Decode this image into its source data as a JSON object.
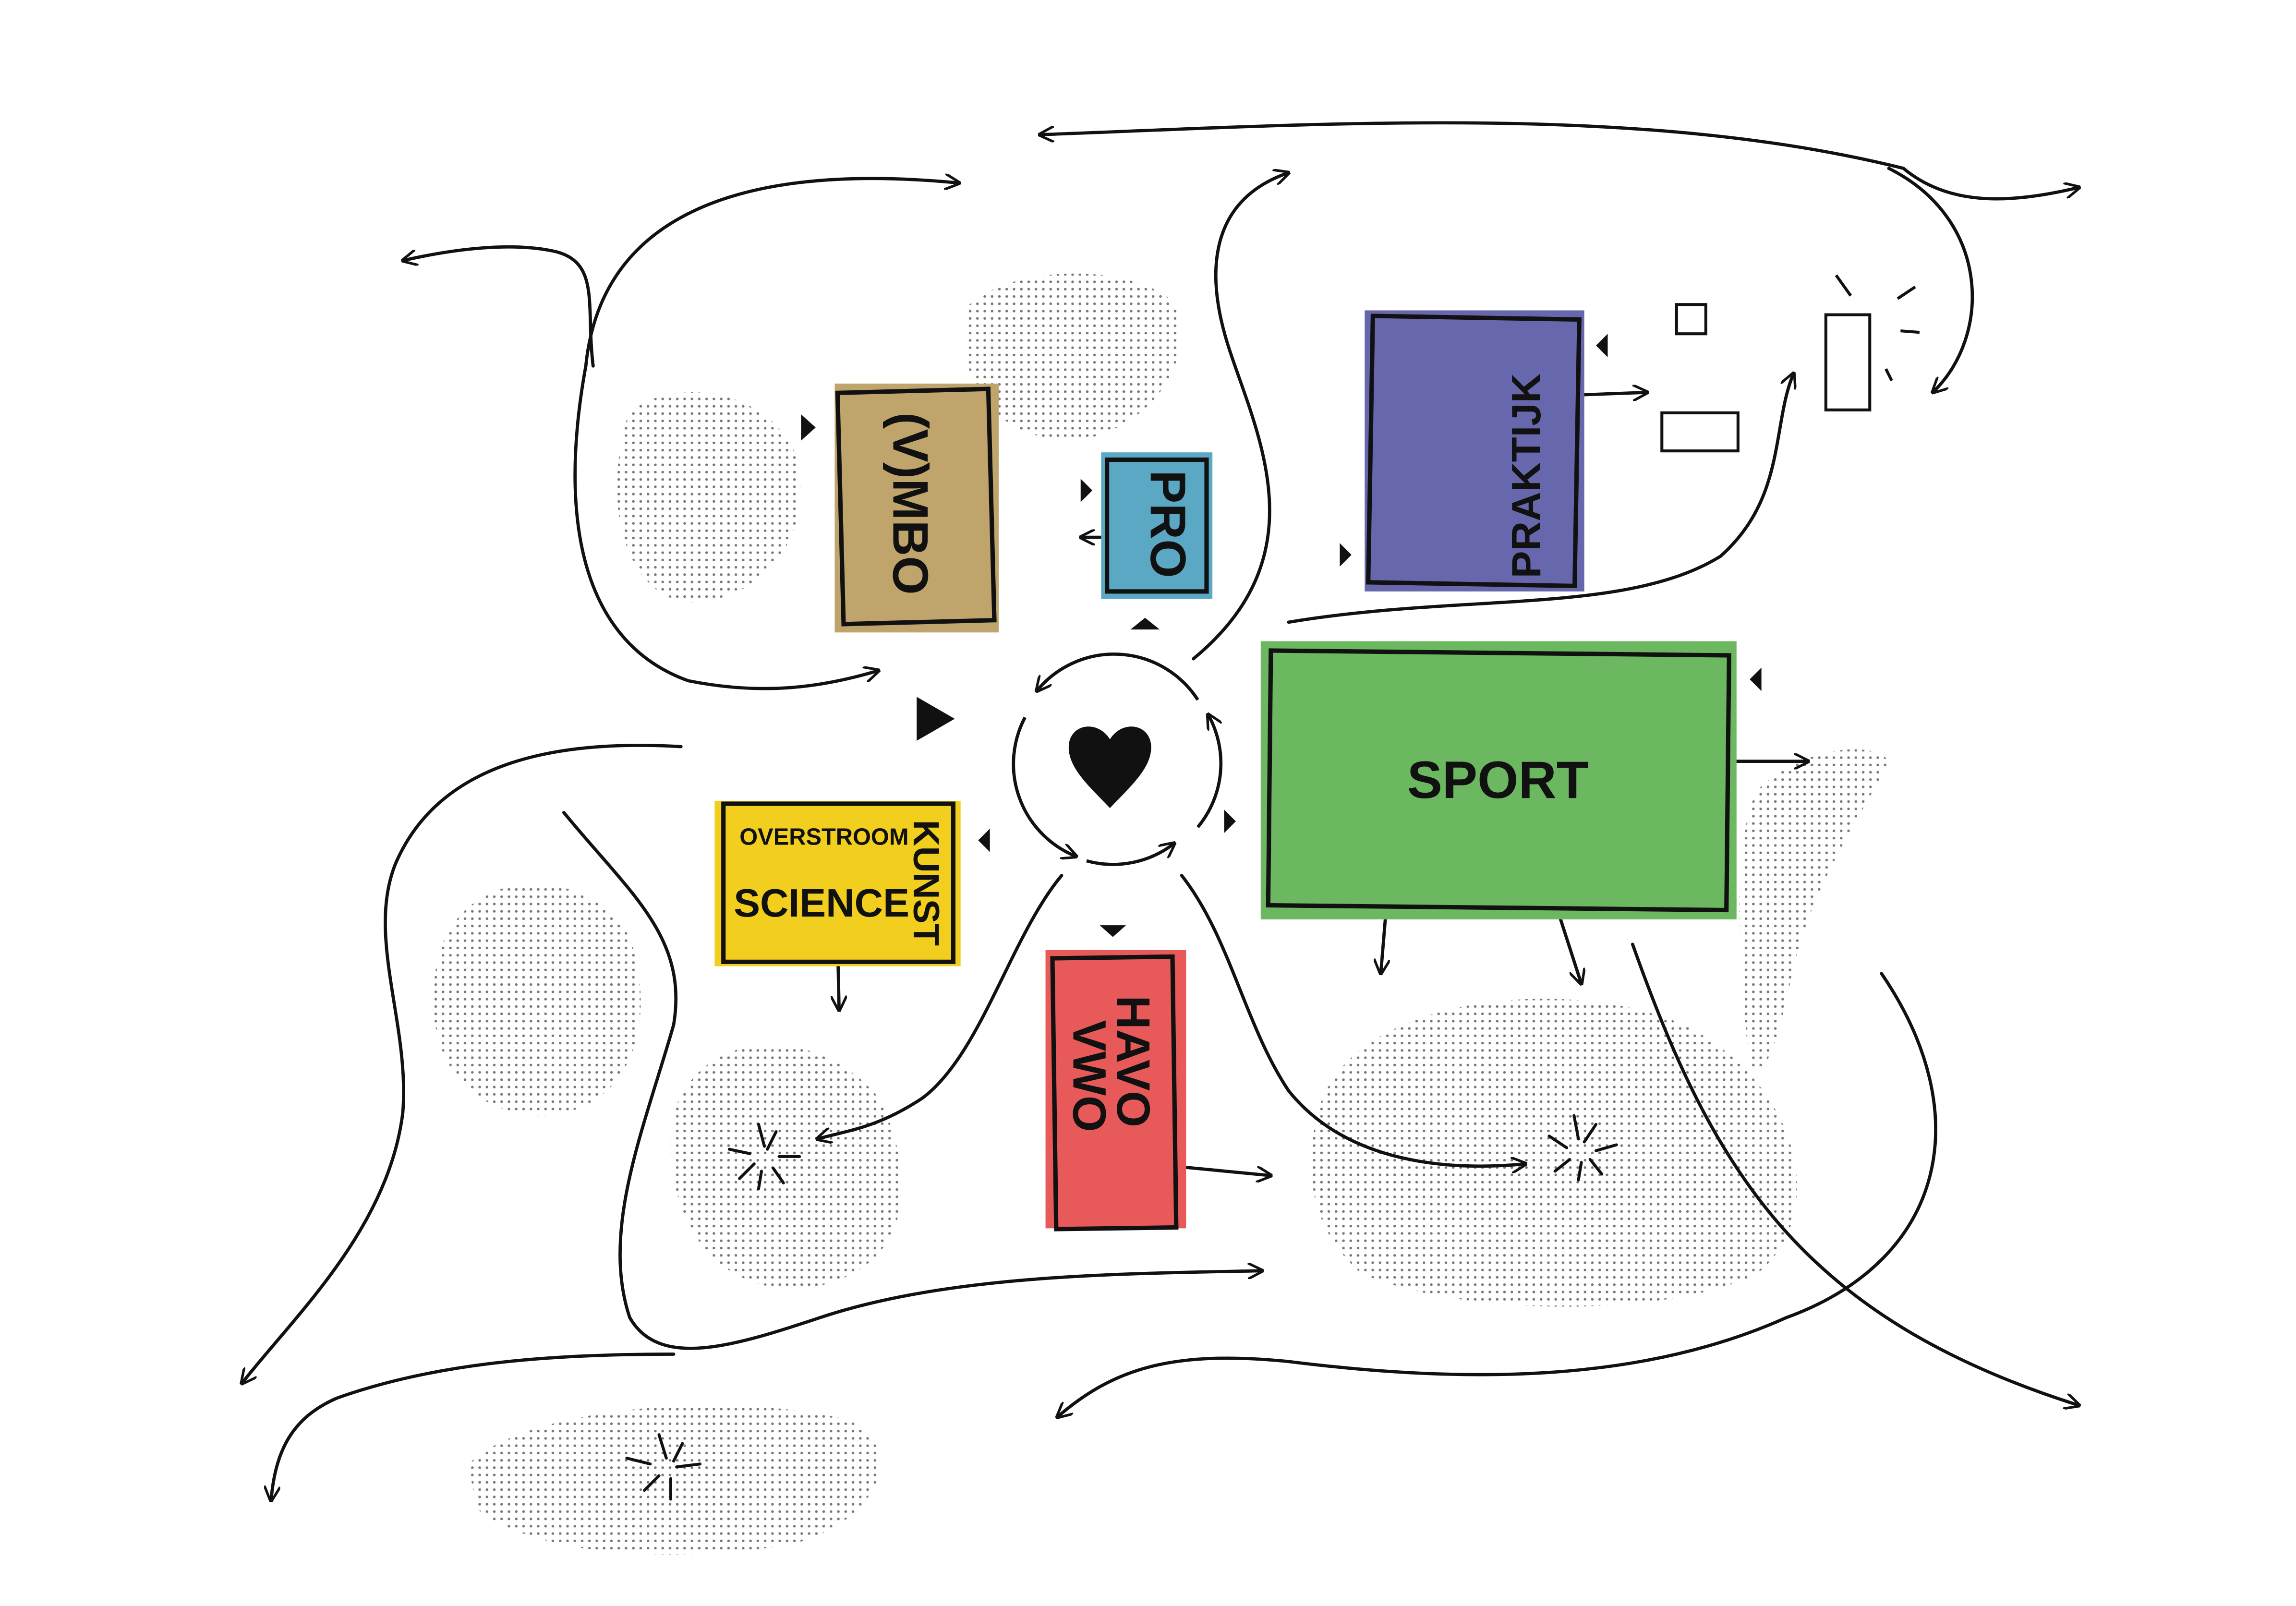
{
  "colors": {
    "vmbo": "#BFA46B",
    "pro": "#5BA8C4",
    "praktijk": "#6767AE",
    "sport": "#6CB860",
    "science": "#F2CF1F",
    "havo_vwo": "#E8595A",
    "ink": "#111111",
    "background": "#FFFFFF"
  },
  "blocks": {
    "vmbo": {
      "label": "(V)MBO"
    },
    "pro": {
      "label": "PRO"
    },
    "praktijk": {
      "label": "PRAKTIJK"
    },
    "sport": {
      "label": "SPORT"
    },
    "science": {
      "overstroom": "OVERSTROOM",
      "science": "SCIENCE",
      "kunst": "KUNST"
    },
    "havo_vwo": {
      "havo": "HAVO",
      "vwo": "VWO"
    }
  },
  "center": {
    "icon": "heart-icon"
  },
  "icons": [
    "heart-icon",
    "sparkle-icon",
    "open-arrow-icon",
    "triangle-marker-icon"
  ]
}
